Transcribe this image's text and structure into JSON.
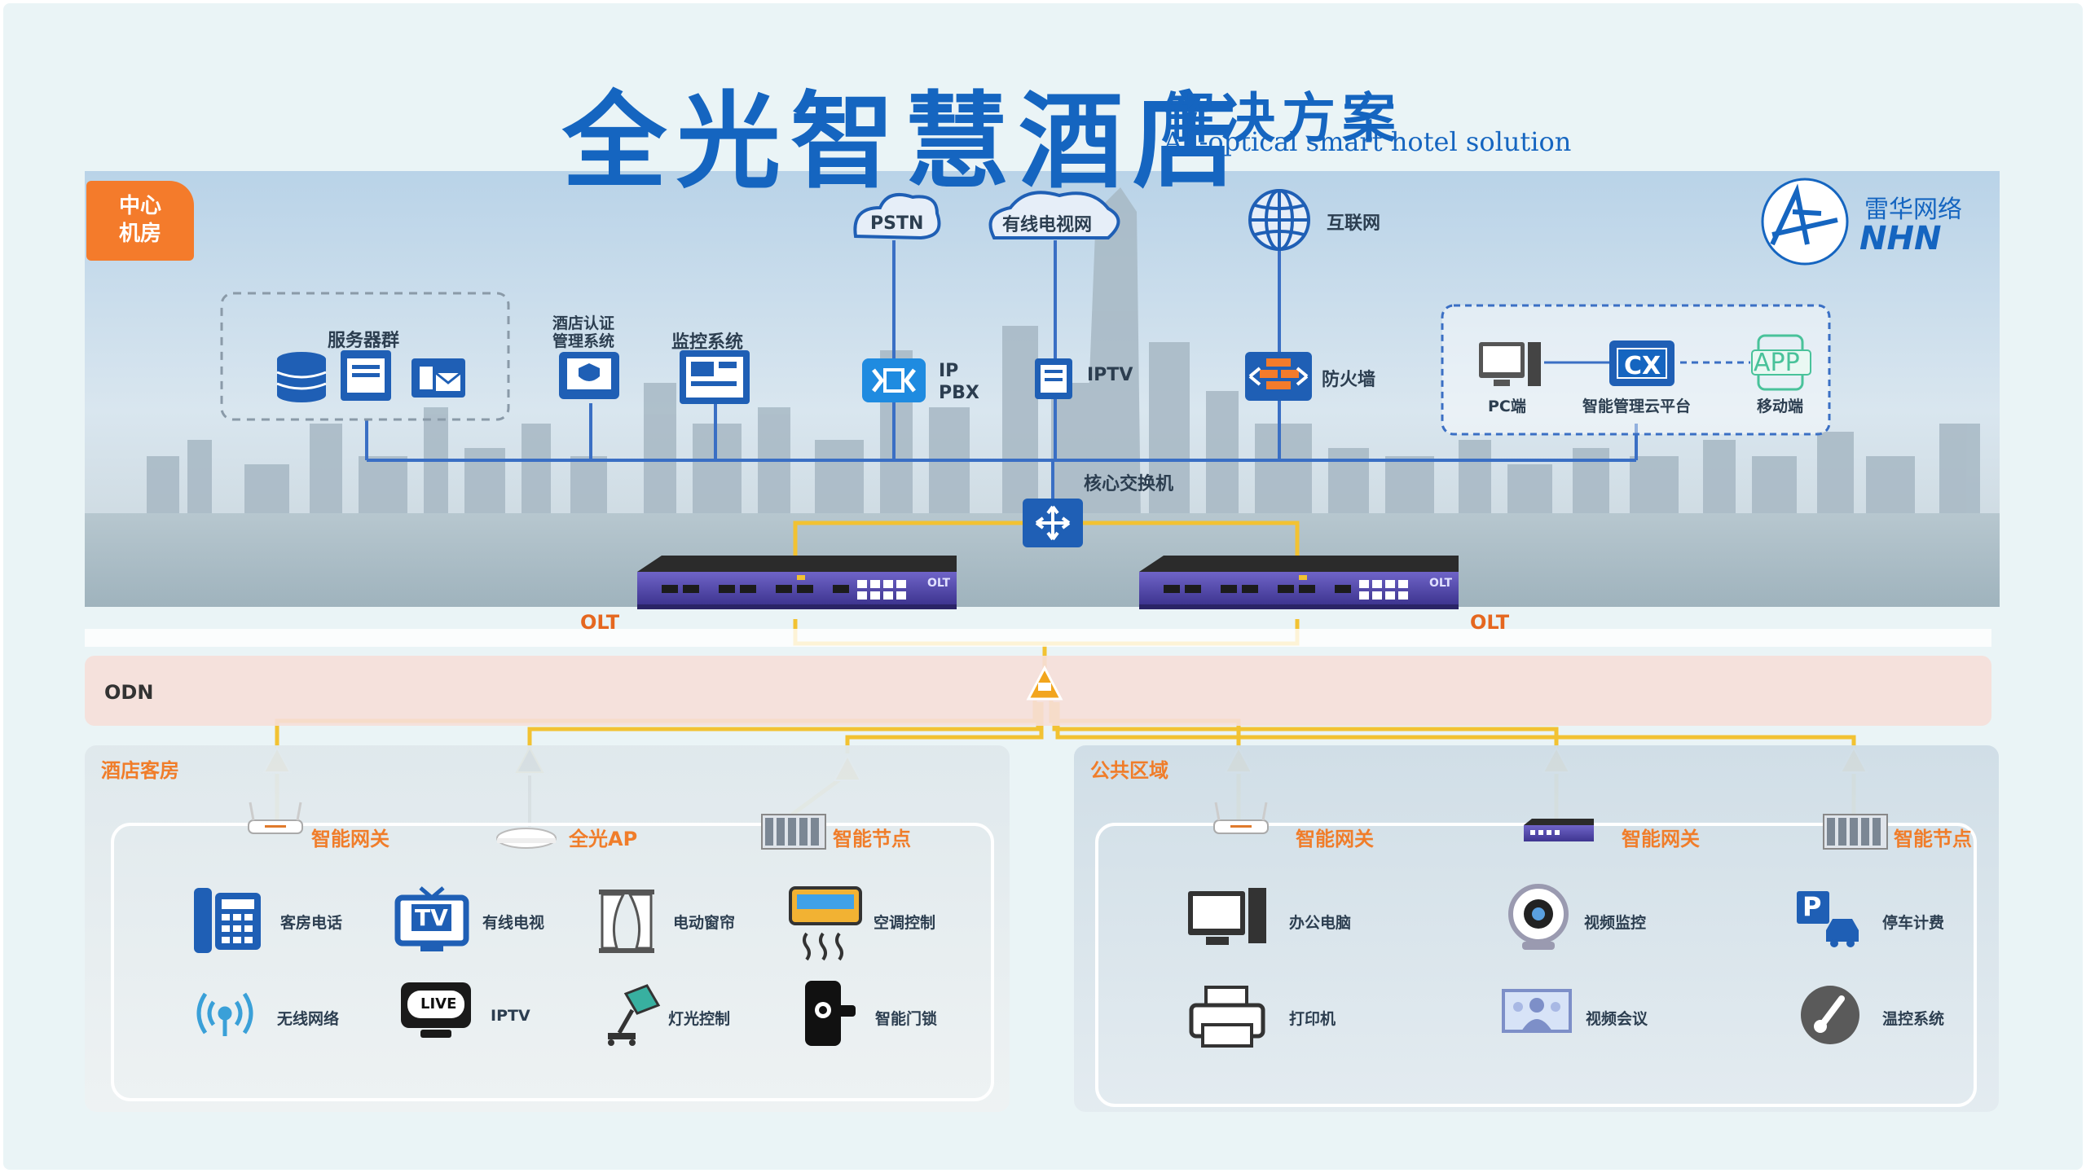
{
  "title": {
    "main": "全光智慧酒店",
    "sub": "解决方案",
    "en": "All-optical smart hotel solution"
  },
  "brand": {
    "cn": "雷华网络",
    "en": "NHN"
  },
  "colors": {
    "primary_blue": "#1565c0",
    "orange": "#f47b2b",
    "fiber_yellow": "#f2c232",
    "line_blue": "#3a6fc4",
    "olt_purple": "#4b3f9e"
  },
  "center_room": {
    "tag": "中心\n机房",
    "server_group": "服务器群",
    "auth_system": "酒店认证\n管理系统",
    "monitor_system": "监控系统",
    "pstn": "PSTN",
    "cable_tv": "有线电视网",
    "internet": "互联网",
    "ip_pbx": "IP\nPBX",
    "iptv": "IPTV",
    "firewall": "防火墙",
    "core_switch": "核心交换机",
    "pc": "PC端",
    "cloud_platform": "智能管理云平台",
    "cloud_logo": "CX",
    "app": "APP",
    "mobile": "移动端",
    "olt_left": "OLT",
    "olt_right": "OLT",
    "olt_badge": "OLT"
  },
  "odn": {
    "label": "ODN"
  },
  "guest_rooms": {
    "title": "酒店客房",
    "gateway": "智能网关",
    "ap": "全光AP",
    "node": "智能节点",
    "items": [
      {
        "label": "客房电话",
        "icon": "phone-icon"
      },
      {
        "label": "有线电视",
        "icon": "tv-icon"
      },
      {
        "label": "电动窗帘",
        "icon": "curtain-icon"
      },
      {
        "label": "空调控制",
        "icon": "air-conditioner-icon"
      },
      {
        "label": "无线网络",
        "icon": "wifi-icon"
      },
      {
        "label": "IPTV",
        "icon": "live-tv-icon"
      },
      {
        "label": "灯光控制",
        "icon": "lamp-icon"
      },
      {
        "label": "智能门锁",
        "icon": "door-lock-icon"
      }
    ],
    "live_text": "LIVE",
    "tv_text": "TV"
  },
  "public_area": {
    "title": "公共区域",
    "gateway1": "智能网关",
    "gateway2": "智能网关",
    "node": "智能节点",
    "items": [
      {
        "label": "办公电脑",
        "icon": "desktop-icon"
      },
      {
        "label": "视频监控",
        "icon": "webcam-icon"
      },
      {
        "label": "停车计费",
        "icon": "parking-icon"
      },
      {
        "label": "打印机",
        "icon": "printer-icon"
      },
      {
        "label": "视频会议",
        "icon": "video-conference-icon"
      },
      {
        "label": "温控系统",
        "icon": "thermometer-icon"
      }
    ],
    "parking_letter": "P"
  }
}
